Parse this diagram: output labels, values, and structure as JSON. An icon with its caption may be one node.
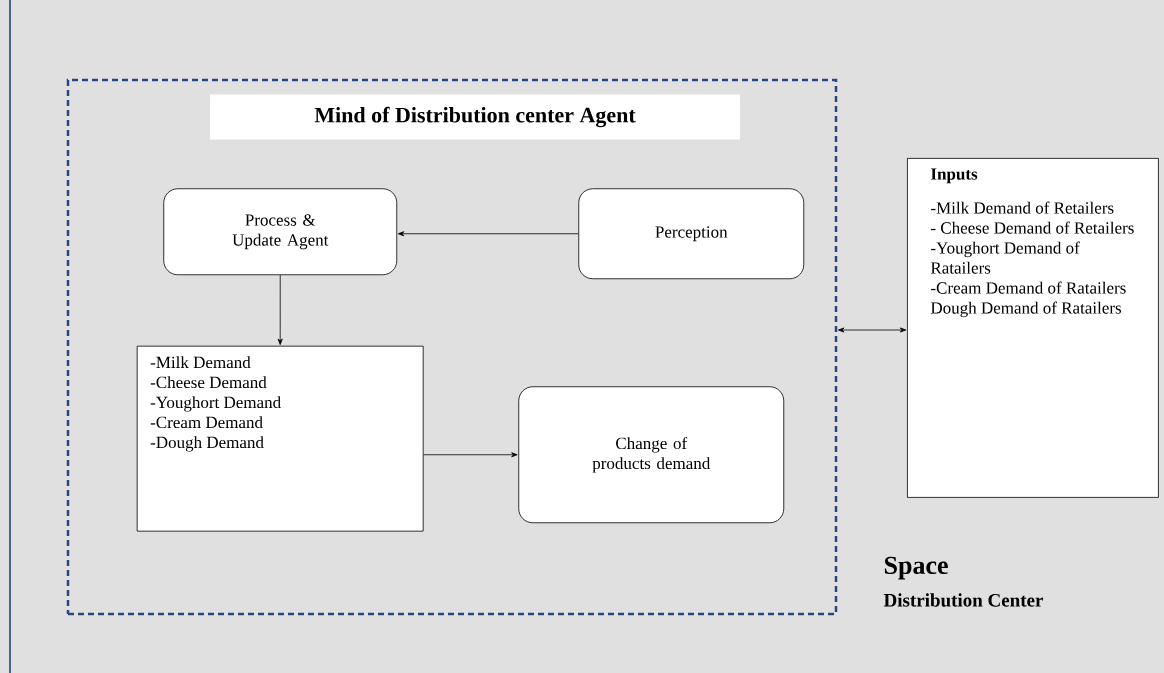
{
  "diagram": {
    "nodes": [
      {
        "text": [
          "Mind of Distribution center Agent"
        ]
      },
      {
        "text": [
          "Process & Update Agent"
        ],
        "in": 0
      },
      {
        "text": [
          "Perception"
        ],
        "in": 0
      },
      {
        "text": [
          "-Milk Demand",
          "-Cheese Demand",
          "-Youghort Demand",
          "-Cream Demand",
          "-Dough Demand"
        ],
        "in": 0
      },
      {
        "text": [
          "Change of products demand"
        ],
        "in": 0
      },
      {
        "text": [
          "Inputs",
          "-Milk Demand of Retailers",
          "- Cheese Demand of Retailers",
          "-Youghort Demand of Ratailers",
          "-Cream Demand of Ratailers",
          "Dough Demand of Ratailers"
        ]
      }
    ],
    "edges": [
      {
        "from": 2,
        "to": 1,
        "arrow": "to"
      },
      {
        "from": 1,
        "to": 3,
        "arrow": "to"
      },
      {
        "from": 3,
        "to": 4,
        "arrow": "to"
      },
      {
        "from": 0,
        "to": 5,
        "arrow": "both"
      }
    ],
    "labels": [
      "Space",
      "Distribution Center"
    ]
  }
}
